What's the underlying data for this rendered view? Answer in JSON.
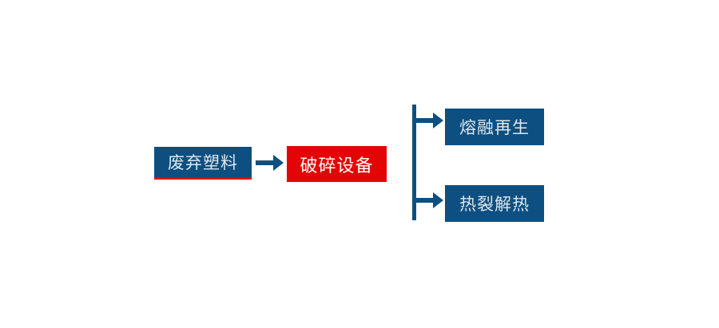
{
  "diagram": {
    "title": "",
    "background_color": "#ffffff",
    "colors": {
      "primary_blue": "#0d4f80",
      "accent_red": "#e30505",
      "node_text": "#dfe6ec",
      "process_text": "#ffffff",
      "connector": "#0d4f80"
    },
    "nodes": {
      "source": {
        "label": "废弃塑料",
        "fill": "#0d4f80",
        "text_color": "#dfe6ec",
        "accent_border_color": "#e30505"
      },
      "process": {
        "label": "破碎设备",
        "fill": "#e30505",
        "text_color": "#ffffff"
      },
      "outcomes": [
        {
          "label": "熔融再生",
          "fill": "#0d4f80",
          "text_color": "#dfe6ec"
        },
        {
          "label": "热裂解热",
          "fill": "#0d4f80",
          "text_color": "#dfe6ec"
        }
      ]
    },
    "connectors": {
      "main_arrow": {
        "icon": "arrow-right-icon",
        "color": "#0d4f80",
        "from": "废弃塑料",
        "to": "破碎设备"
      },
      "branch": {
        "icon": "branch-split-icon",
        "color": "#0d4f80",
        "from": "破碎设备",
        "to": [
          "熔融再生",
          "热裂解热"
        ]
      }
    }
  }
}
